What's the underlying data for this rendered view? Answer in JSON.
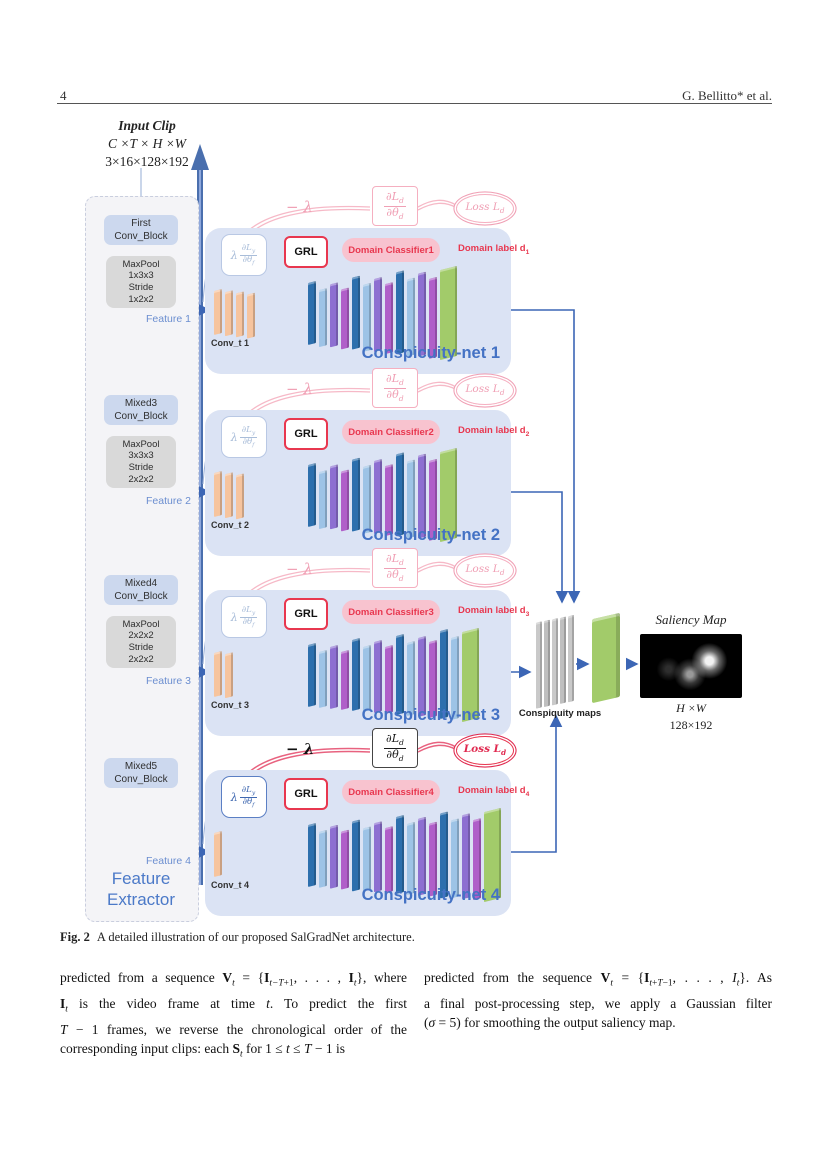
{
  "header": {
    "page_number": "4",
    "authors": "G. Bellitto* et al."
  },
  "figure": {
    "input_clip": {
      "title": "Input Clip",
      "dims": "C ×T × H ×W",
      "shape": "3×16×128×192"
    },
    "feature_extractor": {
      "label_line1": "Feature",
      "label_line2": "Extractor",
      "blocks": [
        {
          "conv_line1": "First",
          "conv_line2": "Conv_Block",
          "pool": [
            "MaxPool",
            "1x3x3",
            "Stride",
            "1x2x2"
          ],
          "feature": "Feature 1"
        },
        {
          "conv_line1": "Mixed3",
          "conv_line2": "Conv_Block",
          "pool": [
            "MaxPool",
            "3x3x3",
            "Stride",
            "2x2x2"
          ],
          "feature": "Feature 2"
        },
        {
          "conv_line1": "Mixed4",
          "conv_line2": "Conv_Block",
          "pool": [
            "MaxPool",
            "2x2x2",
            "Stride",
            "2x2x2"
          ],
          "feature": "Feature 3"
        },
        {
          "conv_line1": "Mixed5",
          "conv_line2": "Conv_Block",
          "pool": null,
          "feature": "Feature 4"
        }
      ]
    },
    "nets": [
      {
        "name": "Conspicuity-net 1",
        "conv_label": "Conv_t 1",
        "grl": "GRL",
        "classifier": "Domain Classifier1",
        "domain_label": "Domain label d",
        "domain_sub": "1",
        "neg_lambda": "− λ",
        "frac_num": "∂L",
        "frac_num_sub": "d",
        "frac_den": "∂θ",
        "frac_den_sub": "d",
        "loss": "Loss L",
        "loss_sub": "d",
        "lam": "λ",
        "lam_num": "∂L",
        "lam_num_sub": "y",
        "lam_den": "∂θ",
        "lam_den_sub": "f"
      },
      {
        "name": "Conspicuity-net 2",
        "conv_label": "Conv_t 2",
        "grl": "GRL",
        "classifier": "Domain Classifier2",
        "domain_label": "Domain label d",
        "domain_sub": "2",
        "neg_lambda": "− λ",
        "frac_num": "∂L",
        "frac_num_sub": "d",
        "frac_den": "∂θ",
        "frac_den_sub": "d",
        "loss": "Loss L",
        "loss_sub": "d",
        "lam": "λ",
        "lam_num": "∂L",
        "lam_num_sub": "y",
        "lam_den": "∂θ",
        "lam_den_sub": "f"
      },
      {
        "name": "Conspicuity-net 3",
        "conv_label": "Conv_t 3",
        "grl": "GRL",
        "classifier": "Domain Classifier3",
        "domain_label": "Domain label d",
        "domain_sub": "3",
        "neg_lambda": "− λ",
        "frac_num": "∂L",
        "frac_num_sub": "d",
        "frac_den": "∂θ",
        "frac_den_sub": "d",
        "loss": "Loss L",
        "loss_sub": "d",
        "lam": "λ",
        "lam_num": "∂L",
        "lam_num_sub": "y",
        "lam_den": "∂θ",
        "lam_den_sub": "f"
      },
      {
        "name": "Conspicuity-net 4",
        "conv_label": "Conv_t 4",
        "grl": "GRL",
        "classifier": "Domain Classifier4",
        "domain_label": "Domain label d",
        "domain_sub": "4",
        "neg_lambda": "− λ",
        "frac_num": "∂L",
        "frac_num_sub": "d",
        "frac_den": "∂θ",
        "frac_den_sub": "d",
        "loss": "Loss L",
        "loss_sub": "d",
        "lam": "λ",
        "lam_num": "∂L",
        "lam_num_sub": "y",
        "lam_den": "∂θ",
        "lam_den_sub": "f"
      }
    ],
    "output": {
      "maps_label": "Conspiquity maps",
      "saliency_title": "Saliency Map",
      "saliency_dims": "H ×W",
      "saliency_shape": "128×192"
    },
    "colors": {
      "accent_blue": "#4472c4",
      "wire_blue": "#3c66b5",
      "red": "#e8374f",
      "pink": "#f5afc0",
      "panel_blue": "#dbe3f4",
      "green": "#a2cb6a",
      "orange": "#f6c49e",
      "gray": "#c6c6c6"
    },
    "slabs": {
      "palette": [
        "#2c6fad",
        "#9dc3e6",
        "#8d6fd1",
        "#b05fc9"
      ],
      "green": "#a2cb6a",
      "orange": "#f6c49e",
      "gray": "#c9c9c9",
      "net_counts": [
        12,
        12,
        14,
        16
      ],
      "conv_counts": [
        4,
        3,
        2,
        1
      ],
      "maps_count": 5
    }
  },
  "caption": {
    "label": "Fig. 2",
    "text": "A detailed illustration of our proposed SalGradNet architecture."
  },
  "body": {
    "left_lines": [
      "predicted from a sequence <b>V</b><sub><i>t</i></sub> = {<b>I</b><sub><i>t−T</i>+1</sub>, . . . , <b>I</b><sub><i>t</i></sub>}, where",
      "<b>I</b><sub><i>t</i></sub> is the video frame at time <i>t</i>. To predict the first",
      "<i>T</i> − 1 frames, we reverse the chronological order of the",
      "corresponding input clips: each <b>S</b><sub><i>t</i></sub> for 1 ≤ <i>t</i> ≤ <i>T</i> − 1 is"
    ],
    "right_lines": [
      "predicted from the sequence <b>V</b><sub><i>t</i></sub> = {<b>I</b><sub><i>t</i>+<i>T</i>−1</sub>, . . . , <i>I<sub>t</sub></i>}. As",
      "a final post-processing step, we apply a Gaussian filter",
      "(<i>σ</i> = 5) for smoothing the output saliency map."
    ]
  }
}
